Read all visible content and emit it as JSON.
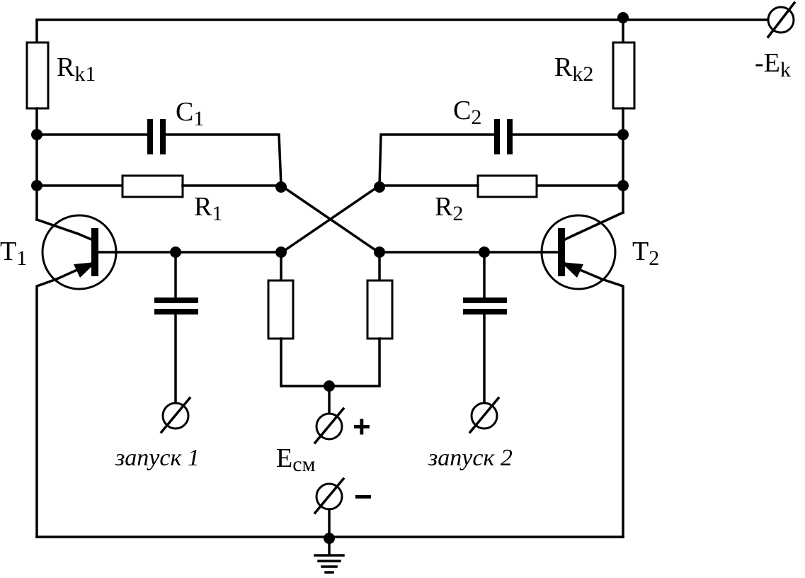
{
  "labels": {
    "rk1": {
      "main": "R",
      "sub": "k1"
    },
    "rk2": {
      "main": "R",
      "sub": "k2"
    },
    "ek": {
      "main": "-E",
      "sub": "k"
    },
    "c1": {
      "main": "C",
      "sub": "1"
    },
    "c2": {
      "main": "C",
      "sub": "2"
    },
    "r1": {
      "main": "R",
      "sub": "1"
    },
    "r2": {
      "main": "R",
      "sub": "2"
    },
    "t1": {
      "main": "T",
      "sub": "1"
    },
    "t2": {
      "main": "T",
      "sub": "2"
    },
    "ecm": {
      "main": "E",
      "sub": "см"
    },
    "plus": "+",
    "minus": "−",
    "trigger1": "запуск 1",
    "trigger2": "запуск 2"
  }
}
